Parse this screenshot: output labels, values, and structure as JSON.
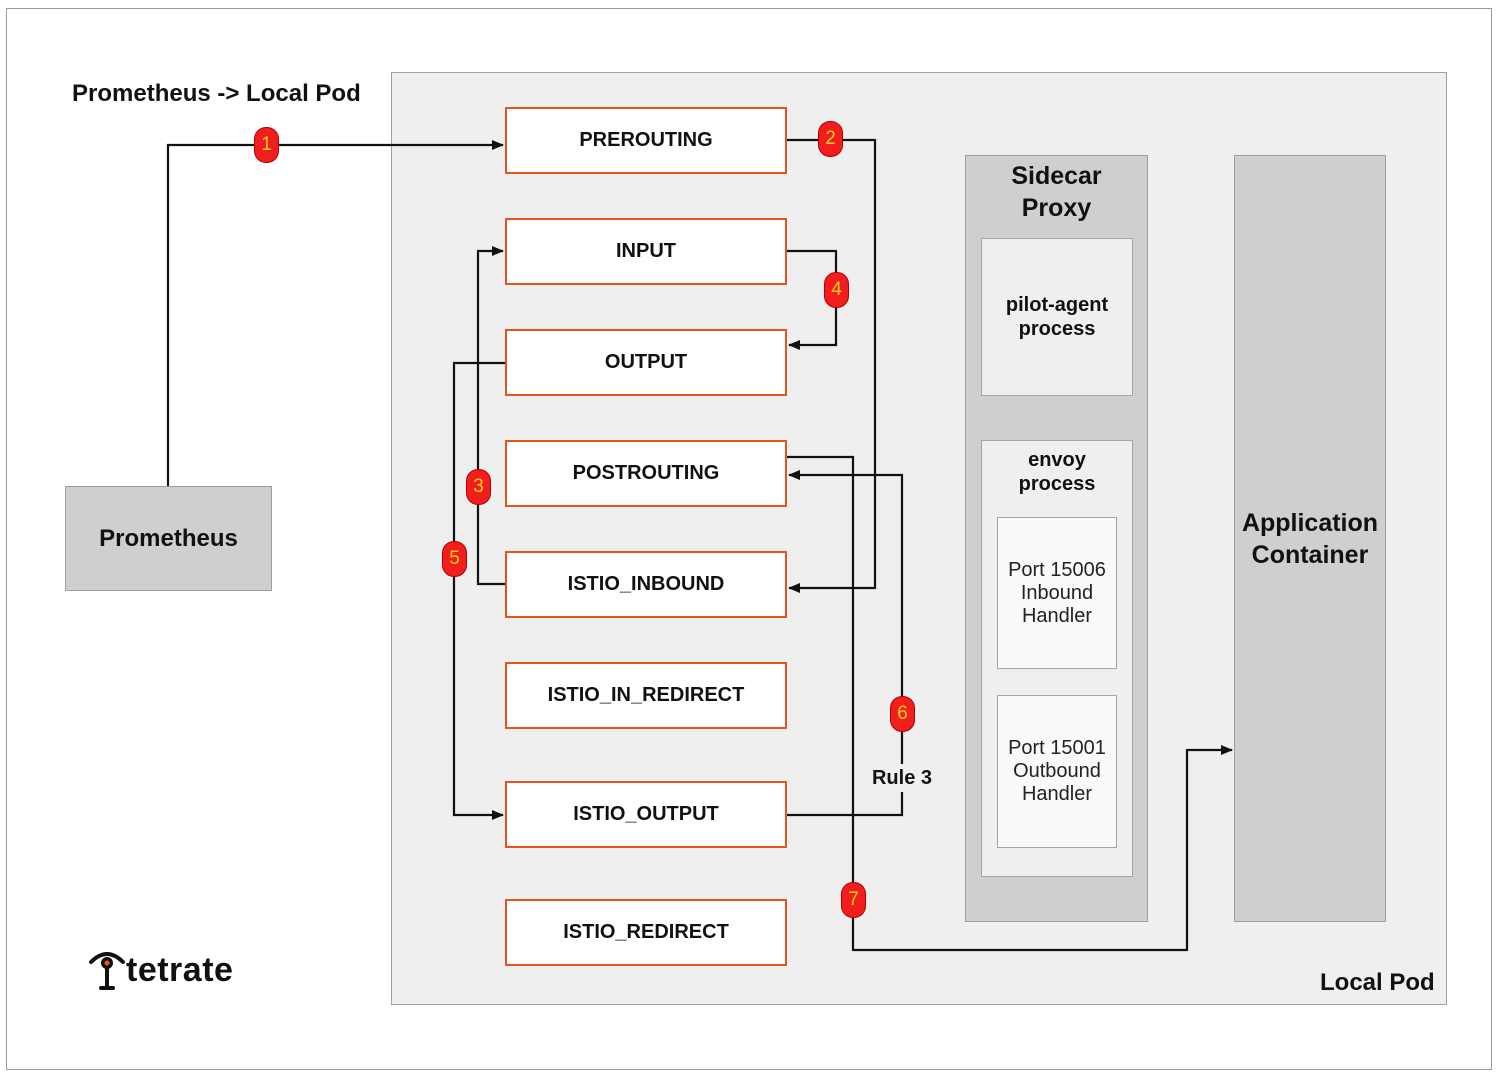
{
  "title": "Prometheus -> Local Pod",
  "pod_label": "Local Pod",
  "prometheus_label": "Prometheus",
  "chains": [
    "PREROUTING",
    "INPUT",
    "OUTPUT",
    "POSTROUTING",
    "ISTIO_INBOUND",
    "ISTIO_IN_REDIRECT",
    "ISTIO_OUTPUT",
    "ISTIO_REDIRECT"
  ],
  "sidecar": {
    "title_line1": "Sidecar",
    "title_line2": "Proxy",
    "pilot_line1": "pilot-agent",
    "pilot_line2": "process",
    "envoy_line1": "envoy",
    "envoy_line2": "process",
    "inbound_line1": "Port 15006",
    "inbound_line2": "Inbound",
    "inbound_line3": "Handler",
    "outbound_line1": "Port 15001",
    "outbound_line2": "Outbound",
    "outbound_line3": "Handler"
  },
  "app_line1": "Application",
  "app_line2": "Container",
  "rule_label": "Rule 3",
  "badges": [
    "1",
    "2",
    "3",
    "4",
    "5",
    "6",
    "7"
  ],
  "brand": "tetrate",
  "colors": {
    "chain_border": "#e3541f",
    "badge_fill": "#f21d1d",
    "badge_text": "#ffd21c",
    "pod_bg": "#efefef",
    "component_bg": "#cfcfcf"
  }
}
